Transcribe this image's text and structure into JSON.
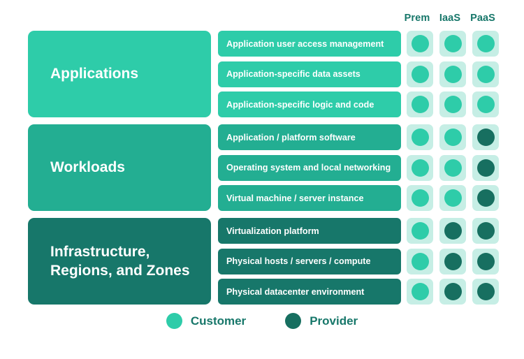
{
  "columns": [
    {
      "key": "prem",
      "label": "Prem"
    },
    {
      "key": "iaas",
      "label": "IaaS"
    },
    {
      "key": "paas",
      "label": "PaaS"
    }
  ],
  "colors": {
    "applications": "#2ECCA9",
    "workloads": "#23AE92",
    "infrastructure": "#17776A",
    "cell_background": "#C6EEE5",
    "customer_dot": "#2ECCA9",
    "provider_dot": "#176F60",
    "header_text": "#17776A",
    "page_background": "#FFFFFF"
  },
  "groups": [
    {
      "id": "applications",
      "label": "Applications",
      "color": "#2ECCA9",
      "rows": [
        {
          "label": "Application user access management",
          "responsibility": {
            "prem": "customer",
            "iaas": "customer",
            "paas": "customer"
          }
        },
        {
          "label": "Application-specific data assets",
          "responsibility": {
            "prem": "customer",
            "iaas": "customer",
            "paas": "customer"
          }
        },
        {
          "label": "Application-specific logic and code",
          "responsibility": {
            "prem": "customer",
            "iaas": "customer",
            "paas": "customer"
          }
        }
      ]
    },
    {
      "id": "workloads",
      "label": "Workloads",
      "color": "#23AE92",
      "rows": [
        {
          "label": "Application / platform software",
          "responsibility": {
            "prem": "customer",
            "iaas": "customer",
            "paas": "provider"
          }
        },
        {
          "label": "Operating system and local networking",
          "responsibility": {
            "prem": "customer",
            "iaas": "customer",
            "paas": "provider"
          }
        },
        {
          "label": "Virtual machine / server instance",
          "responsibility": {
            "prem": "customer",
            "iaas": "customer",
            "paas": "provider"
          }
        }
      ]
    },
    {
      "id": "infrastructure",
      "label": "Infrastructure,\nRegions, and Zones",
      "color": "#17776A",
      "rows": [
        {
          "label": "Virtualization platform",
          "responsibility": {
            "prem": "customer",
            "iaas": "provider",
            "paas": "provider"
          }
        },
        {
          "label": "Physical hosts / servers / compute",
          "responsibility": {
            "prem": "customer",
            "iaas": "provider",
            "paas": "provider"
          }
        },
        {
          "label": "Physical datacenter environment",
          "responsibility": {
            "prem": "customer",
            "iaas": "provider",
            "paas": "provider"
          }
        }
      ]
    }
  ],
  "legend": [
    {
      "key": "customer",
      "label": "Customer",
      "color": "#2ECCA9"
    },
    {
      "key": "provider",
      "label": "Provider",
      "color": "#176F60"
    }
  ]
}
